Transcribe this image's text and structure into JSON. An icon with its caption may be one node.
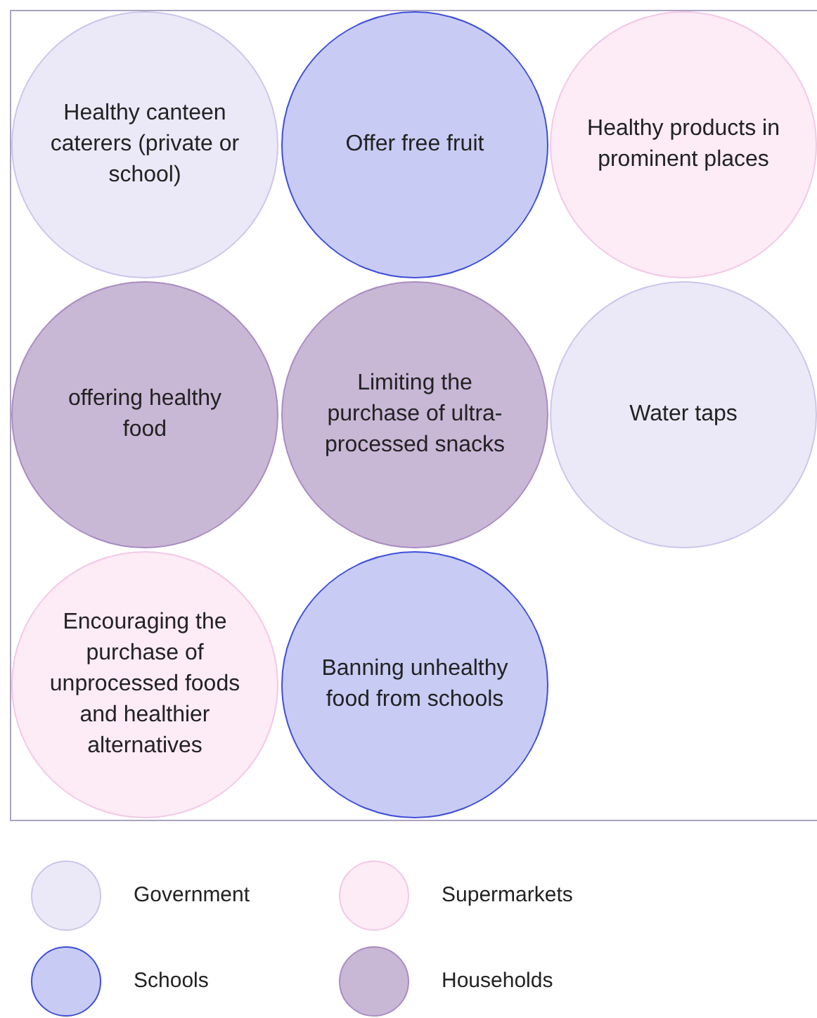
{
  "diagram": {
    "nodes": [
      {
        "text": [
          "Healthy canteen caterers (private or school)"
        ]
      },
      {
        "text": [
          "Offer free fruit"
        ]
      },
      {
        "text": [
          "Healthy products in prominent places"
        ]
      },
      {
        "text": [
          "offering healthy food"
        ]
      },
      {
        "text": [
          "Limiting the purchase of ultra-processed snacks"
        ]
      },
      {
        "text": [
          "Water taps"
        ]
      },
      {
        "text": [
          "Encouraging the purchase of unprocessed foods and healthier alternatives"
        ]
      },
      {
        "text": [
          "Banning unhealthy food from schools"
        ]
      }
    ],
    "legend": [
      {
        "text": "Government",
        "color": "#ebe9f7"
      },
      {
        "text": "Supermarkets",
        "color": "#fdebf6"
      },
      {
        "text": "Schools",
        "color": "#c8ccf4"
      },
      {
        "text": "Households",
        "color": "#c9b7d6"
      }
    ]
  }
}
